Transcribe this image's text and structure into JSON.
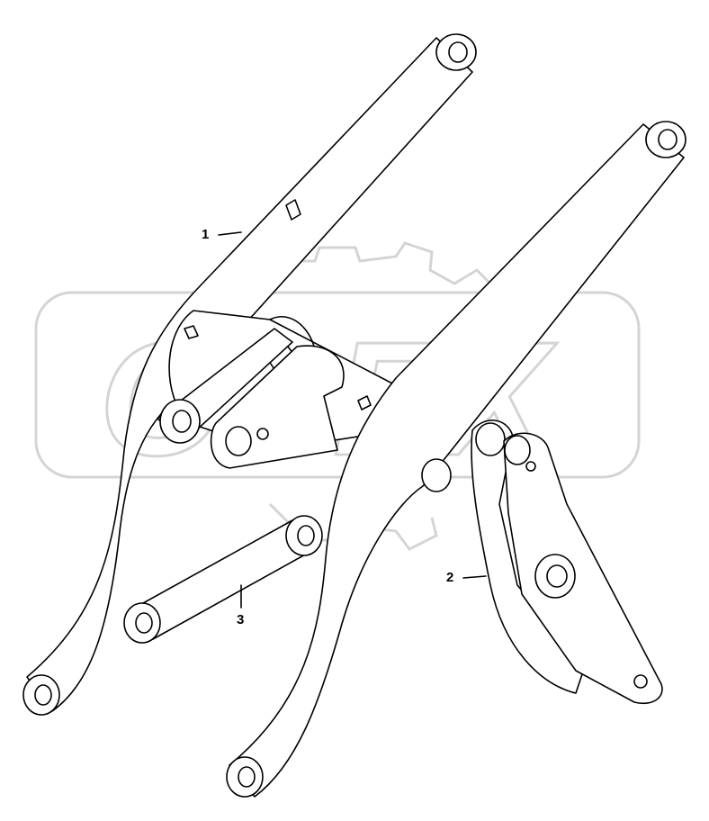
{
  "diagram": {
    "callouts": [
      {
        "id": "part-1",
        "label": "1"
      },
      {
        "id": "part-2",
        "label": "2"
      },
      {
        "id": "part-3",
        "label": "3"
      }
    ],
    "watermark": {
      "text": "OPEX",
      "color": "#d4d4d4"
    },
    "line_color": "#000000"
  }
}
